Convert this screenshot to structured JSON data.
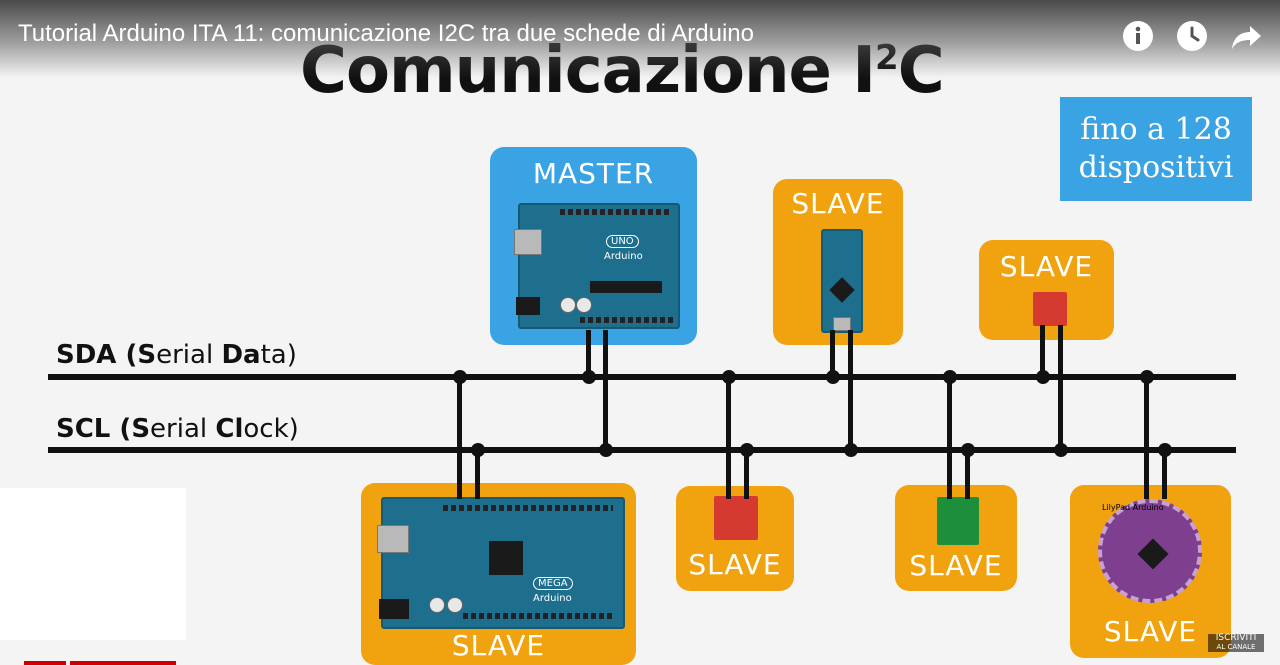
{
  "video": {
    "title": "Tutorial Arduino ITA 11: comunicazione I2C tra due schede di Arduino",
    "controls": [
      "info-icon",
      "clock-icon",
      "share-icon"
    ]
  },
  "slide": {
    "title_main": "Comunicazione I",
    "title_sup": "2",
    "title_end": "C",
    "info_line1": "fino a 128",
    "info_line2": "dispositivi",
    "sda_label": {
      "p1": "SDA (",
      "b1": "S",
      "p2": "erial ",
      "b2": "Da",
      "p3": "ta)"
    },
    "scl_label": {
      "p1": "SCL (",
      "b1": "S",
      "p2": "erial ",
      "b2": "Cl",
      "p3": "ock)"
    },
    "master_label": "MASTER",
    "slave_label": "SLAVE",
    "uno_logo": "UNO",
    "mega_logo": "MEGA",
    "arduino_text": "Arduino",
    "lilypad_text": "LilyPad Arduino"
  },
  "overlay": {
    "subscribe_line1": "ISCRIVITI",
    "subscribe_line2": "AL CANALE"
  },
  "colors": {
    "master": "#3aa3e3",
    "slave": "#f0a30f",
    "board": "#1e6f8e",
    "bus": "#111111"
  }
}
